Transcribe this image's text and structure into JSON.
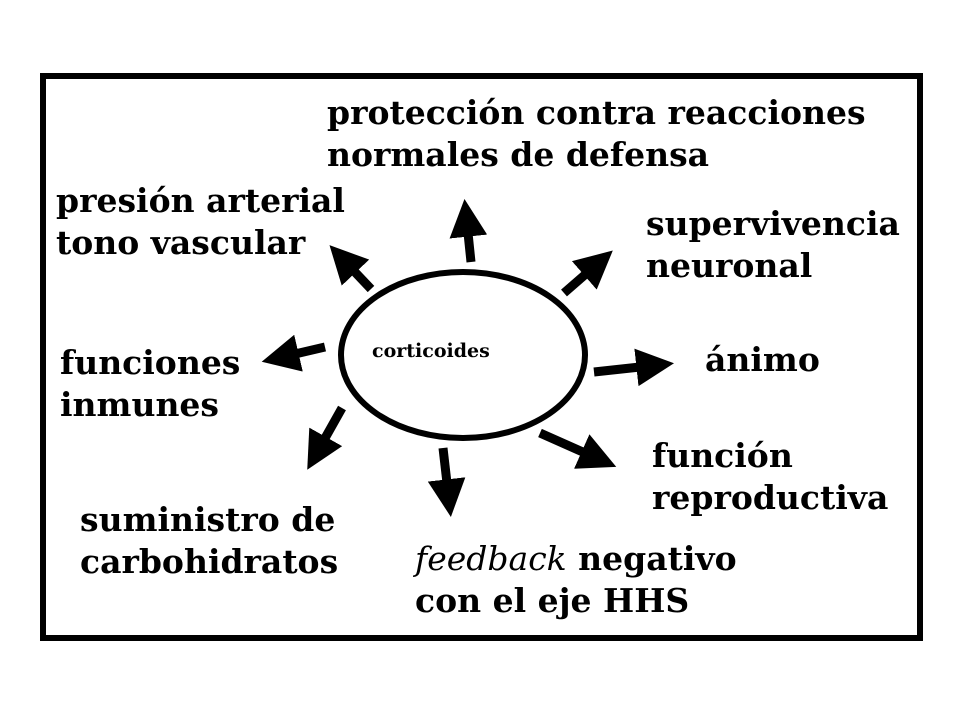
{
  "center": {
    "label": "corticoides"
  },
  "effects": {
    "proteccion": {
      "line1": "protección contra reacciones",
      "line2": "normales de defensa"
    },
    "presion": {
      "line1": "presión arterial",
      "line2": "tono vascular"
    },
    "supervivencia": {
      "line1": "supervivencia",
      "line2": "neuronal"
    },
    "inmunes": {
      "line1": "funciones",
      "line2": "inmunes"
    },
    "animo": {
      "line1": "ánimo"
    },
    "reproductiva": {
      "line1": "función",
      "line2": "reproductiva"
    },
    "suministro": {
      "line1": "suministro de",
      "line2": "carbohidratos"
    },
    "feedback": {
      "italic": "feedback",
      "rest": " negativo",
      "line2": "con el eje HHS"
    }
  }
}
